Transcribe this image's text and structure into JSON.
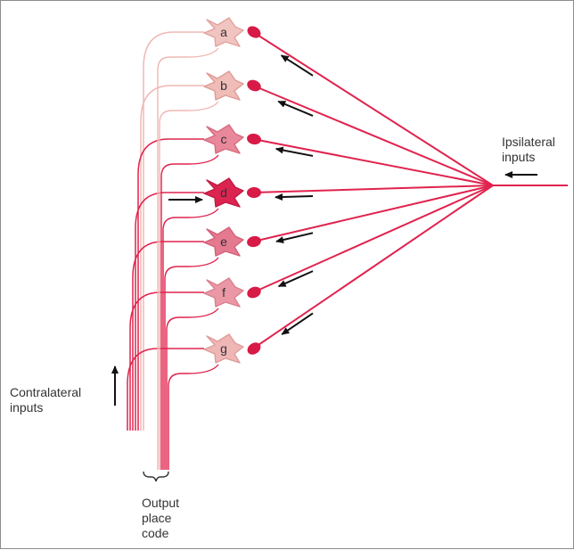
{
  "diagram": {
    "neurons": [
      {
        "label": "a",
        "fill": "#f0c4c0",
        "stroke": "#e2a29c"
      },
      {
        "label": "b",
        "fill": "#efbcb8",
        "stroke": "#df9a94"
      },
      {
        "label": "c",
        "fill": "#e8889a",
        "stroke": "#d86a7e"
      },
      {
        "label": "d",
        "fill": "#dc2450",
        "stroke": "#bf1b44"
      },
      {
        "label": "e",
        "fill": "#e47a90",
        "stroke": "#d45f78"
      },
      {
        "label": "f",
        "fill": "#eb98a6",
        "stroke": "#db7e8e"
      },
      {
        "label": "g",
        "fill": "#efb6b6",
        "stroke": "#df9c9c"
      }
    ],
    "labels": {
      "ipsilateral": [
        "Ipsilateral",
        "inputs"
      ],
      "contralateral": [
        "Contralateral",
        "inputs"
      ],
      "output": [
        "Output",
        "place",
        "code"
      ]
    },
    "colors": {
      "axon": "#e0234e",
      "terminal": "#d81a46",
      "pale_contra": "#efb8b4",
      "arrow": "#111111",
      "text": "#333333",
      "border": "#8c8c8c"
    }
  }
}
